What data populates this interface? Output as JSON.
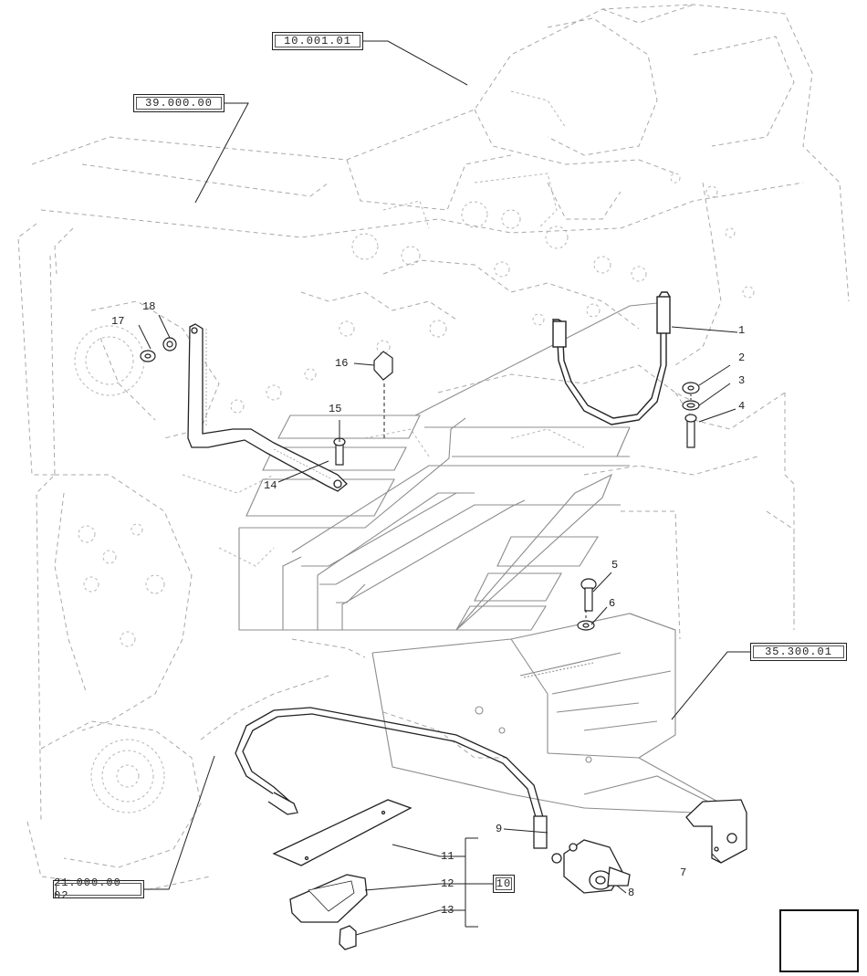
{
  "references": {
    "ref_top": "10.001.01",
    "ref_upper_left": "39.000.00",
    "ref_right": "35.300.01",
    "ref_lower_left": "21.000.00 02",
    "group_ref": "10"
  },
  "callouts": {
    "c1": "1",
    "c2": "2",
    "c3": "3",
    "c4": "4",
    "c5": "5",
    "c6": "6",
    "c7": "7",
    "c8": "8",
    "c9": "9",
    "c11": "11",
    "c12": "12",
    "c13": "13",
    "c14": "14",
    "c15": "15",
    "c16": "16",
    "c17": "17",
    "c18": "18"
  },
  "nav": {
    "icon": "return-arrow-icon"
  },
  "colors": {
    "ink": "#222222",
    "ghost": "#9a9a9a",
    "background": "#ffffff"
  }
}
